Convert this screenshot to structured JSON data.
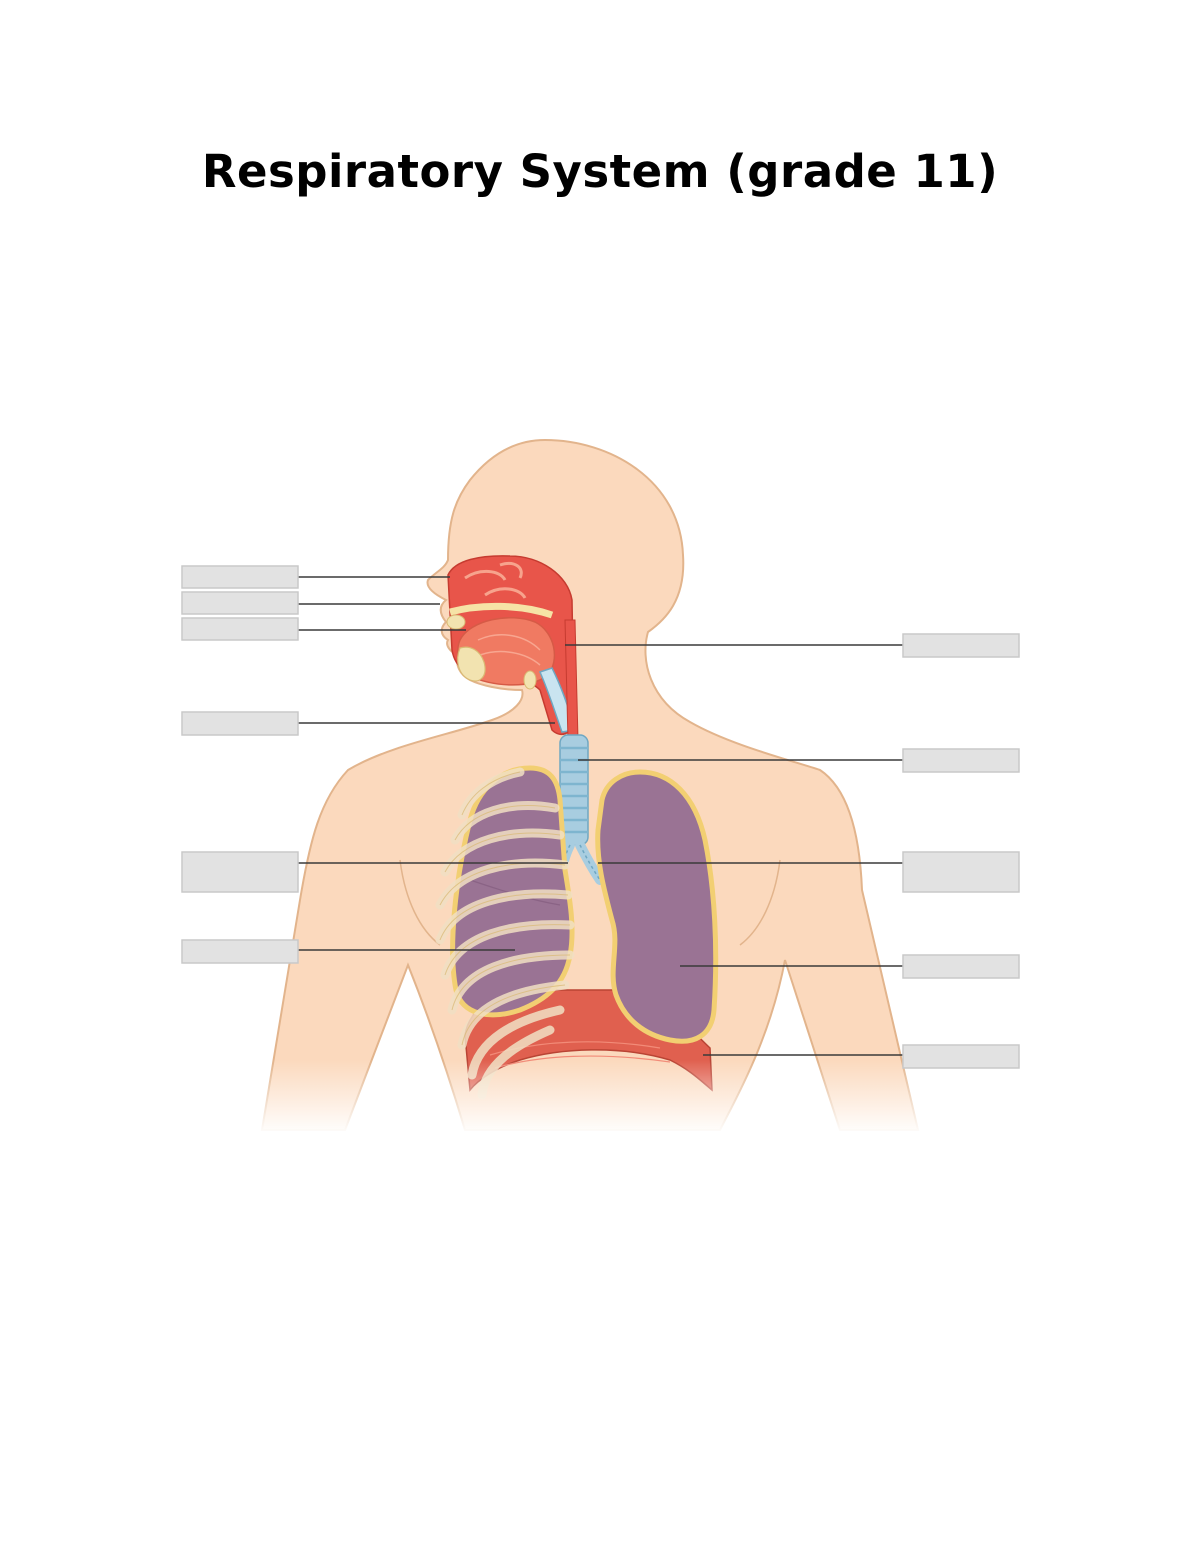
{
  "title": "Respiratory System (grade 11)",
  "diagram": {
    "subject": "human respiratory system",
    "blank_label_count": 11,
    "colors": {
      "skin": "#fbd9bd",
      "skin_outline": "#e2b48c",
      "airway": "#e8554a",
      "trachea": "#a8cde0",
      "lung": "#9a7394",
      "pleura": "#f2cf72",
      "diaphragm": "#e0604f",
      "label_box": "#e2e2e2"
    }
  }
}
